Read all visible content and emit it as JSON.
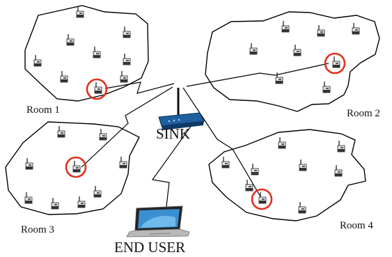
{
  "rooms": [
    {
      "label": "Room 1"
    },
    {
      "label": "Room 2"
    },
    {
      "label": "Room 3"
    },
    {
      "label": "Room 4"
    }
  ],
  "sink": {
    "label": "SINK",
    "icon": "router-icon"
  },
  "end_user": {
    "label": "END USER",
    "icon": "laptop-icon"
  },
  "node_icon": "sensor-node-icon",
  "colors": {
    "outline": "#000000",
    "highlight": "#e0301e",
    "router_body": "#1f5fa0",
    "laptop_screen": "#3a8fd0"
  }
}
